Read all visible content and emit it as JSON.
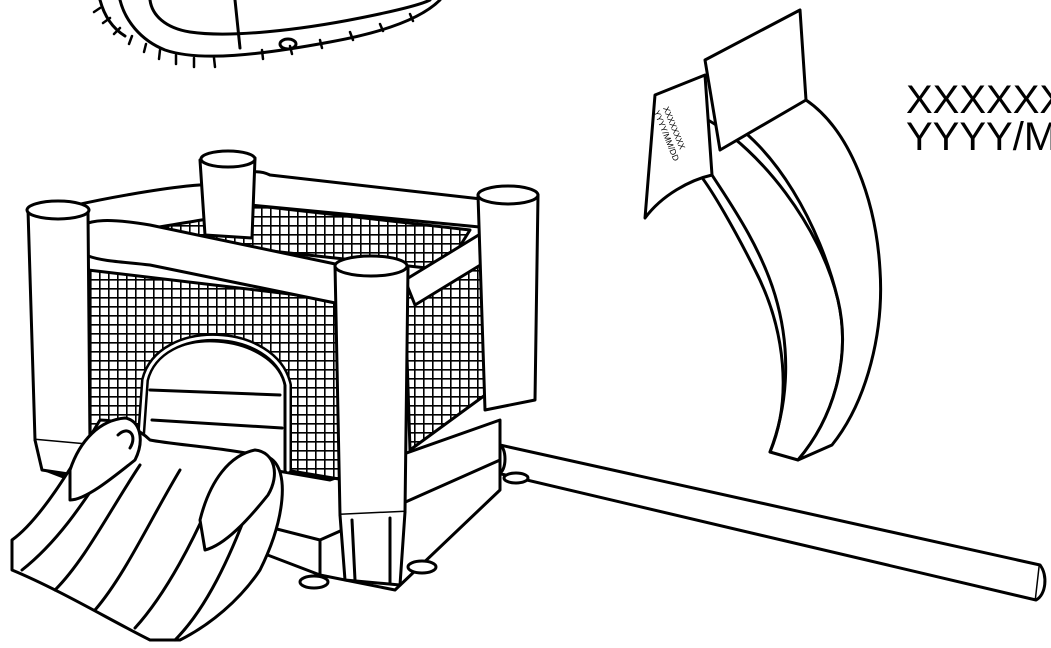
{
  "labels": {
    "code_line": "XXXXXXX",
    "date_line": "YYYY/MM"
  },
  "tag_labels": {
    "code_line": "XXXXXXXX",
    "date_line": "YYYY/MM/DD"
  },
  "colors": {
    "line": "#000000",
    "fill": "#ffffff"
  }
}
